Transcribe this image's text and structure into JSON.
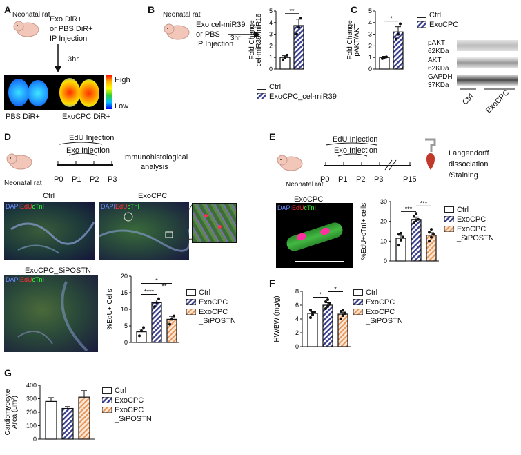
{
  "panels": {
    "A": {
      "letter": "A",
      "rat_label": "Neonatal rat",
      "injection_lines": [
        "Exo DiR+",
        "or PBS DiR+",
        "IP Injection"
      ],
      "time_label": "3hr",
      "colorbar_high": "High",
      "colorbar_low": "Low",
      "image_labels": [
        "PBS DiR+",
        "ExoCPC DiR+"
      ]
    },
    "B": {
      "letter": "B",
      "rat_label": "Neonatal rat",
      "injection_lines": [
        "Exo cel-miR39",
        "or PBS",
        "IP Injection"
      ],
      "time_label": "3hr",
      "legend": [
        "Ctrl",
        "ExoCPC_cel-miR39"
      ],
      "significance": "**"
    },
    "C": {
      "letter": "C",
      "legend": [
        "Ctrl",
        "ExoCPC"
      ],
      "significance": "*",
      "blot_labels": [
        [
          "pAKT",
          "62KDa"
        ],
        [
          "AKT",
          "62KDa"
        ],
        [
          "GAPDH",
          "37KDa"
        ]
      ],
      "lane_labels": [
        "Ctrl",
        "ExoCPC"
      ]
    },
    "D": {
      "letter": "D",
      "rat_label": "Neonatal rat",
      "timeline_top": [
        "EdU Injection",
        "Exo Injection"
      ],
      "timeline_ticks": [
        "P0",
        "P1",
        "P2",
        "P3"
      ],
      "analysis_lines": [
        "Immunohistological",
        "analysis"
      ],
      "image_titles": [
        "Ctrl",
        "ExoCPC",
        "ExoCPC_SiPOSTN"
      ],
      "stain": [
        "DAPI",
        "EdU",
        "cTnI"
      ],
      "legend": [
        "Ctrl",
        "ExoCPC",
        "ExoCPC\n_SiPOSTN"
      ],
      "significance": [
        "****",
        "**",
        "*"
      ]
    },
    "E": {
      "letter": "E",
      "rat_label": "Neonatal rat",
      "timeline_top": [
        "EdU Injection",
        "Exo Injection"
      ],
      "timeline_ticks": [
        "P0",
        "P1",
        "P2",
        "P3",
        "P15"
      ],
      "method_lines": [
        "Langendorff",
        "dissociation",
        "/Staining"
      ],
      "image_title": "ExoCPC",
      "stain": [
        "DAPI",
        "EdU",
        "cTnI"
      ],
      "legend": [
        "Ctrl",
        "ExoCPC",
        "ExoCPC\n_SiPOSTN"
      ],
      "significance": [
        "***",
        "***"
      ]
    },
    "F": {
      "letter": "F",
      "legend": [
        "Ctrl",
        "ExoCPC",
        "ExoCPC\n_SiPOSTN"
      ],
      "significance": [
        "*",
        "*"
      ]
    },
    "G": {
      "letter": "G",
      "legend": [
        "Ctrl",
        "ExoCPC",
        "ExoCPC\n_SiPOSTN"
      ]
    }
  },
  "colors": {
    "ctrl": "#ffffff",
    "exocpc": "#3a3f8f",
    "sipostn": "#e8955a"
  },
  "chart_data": [
    {
      "id": "B",
      "type": "bar",
      "categories": [
        "Ctrl",
        "ExoCPC_cel-miR39"
      ],
      "values": [
        1.0,
        3.75
      ],
      "errors": [
        0.15,
        0.55
      ],
      "points": [
        [
          0.8,
          1.0,
          1.2
        ],
        [
          3.0,
          3.6,
          4.4
        ]
      ],
      "ylabel": "Fold Change\ncel-miR39/miR16",
      "ylim": [
        0,
        5
      ],
      "yticks": [
        0,
        1,
        2,
        3,
        4,
        5
      ]
    },
    {
      "id": "C",
      "type": "bar",
      "categories": [
        "Ctrl",
        "ExoCPC"
      ],
      "values": [
        1.0,
        3.2
      ],
      "errors": [
        0.1,
        0.45
      ],
      "points": [
        [
          0.9,
          1.0,
          1.05
        ],
        [
          2.6,
          3.0,
          3.9
        ]
      ],
      "ylabel": "Fold Change\npAKT/AKT",
      "ylim": [
        0,
        5
      ],
      "yticks": [
        0,
        1,
        2,
        3,
        4,
        5
      ]
    },
    {
      "id": "D",
      "type": "bar",
      "categories": [
        "Ctrl",
        "ExoCPC",
        "ExoCPC_SiPOSTN"
      ],
      "values": [
        3.2,
        12.0,
        7.0
      ],
      "errors": [
        0.8,
        0.8,
        0.9
      ],
      "points": [
        [
          2.0,
          3.5,
          4.5
        ],
        [
          10.8,
          12.0,
          13.2
        ],
        [
          5.5,
          7.0,
          8.0
        ]
      ],
      "ylabel": "%EdU+ Cells",
      "ylim": [
        0,
        20
      ],
      "yticks": [
        0,
        5,
        10,
        15,
        20
      ]
    },
    {
      "id": "E",
      "type": "bar",
      "categories": [
        "Ctrl",
        "ExoCPC",
        "ExoCPC_SiPOSTN"
      ],
      "values": [
        11.5,
        21.0,
        13.0
      ],
      "errors": [
        1.5,
        1.2,
        1.3
      ],
      "points": [
        [
          8.0,
          10.5,
          12.0,
          13.5,
          14.0
        ],
        [
          19.5,
          20.5,
          21.0,
          22.5,
          24.0
        ],
        [
          10.0,
          12.0,
          13.5,
          14.5,
          16.0
        ]
      ],
      "ylabel": "%EdU+cTnI+ cells",
      "ylim": [
        0,
        30
      ],
      "yticks": [
        0,
        10,
        20,
        30
      ]
    },
    {
      "id": "F",
      "type": "bar",
      "categories": [
        "Ctrl",
        "ExoCPC",
        "ExoCPC_SiPOSTN"
      ],
      "values": [
        4.8,
        6.0,
        4.7
      ],
      "errors": [
        0.3,
        0.35,
        0.3
      ],
      "points": [
        [
          4.2,
          4.6,
          5.0,
          5.3,
          5.0
        ],
        [
          5.5,
          5.8,
          6.2,
          6.5,
          6.8
        ],
        [
          4.0,
          4.5,
          4.8,
          5.1,
          5.3
        ]
      ],
      "ylabel": "HW/BW (mg/g)",
      "ylim": [
        0,
        8
      ],
      "yticks": [
        0,
        2,
        4,
        6,
        8
      ]
    },
    {
      "id": "G",
      "type": "bar",
      "categories": [
        "Ctrl",
        "ExoCPC",
        "ExoCPC_SiPOSTN"
      ],
      "values": [
        280,
        228,
        312
      ],
      "errors": [
        28,
        14,
        48
      ],
      "points": [],
      "ylabel": "Cardiomyocyte\nArea (μm²)",
      "ylim": [
        0,
        400
      ],
      "yticks": [
        0,
        100,
        200,
        300,
        400
      ]
    }
  ]
}
